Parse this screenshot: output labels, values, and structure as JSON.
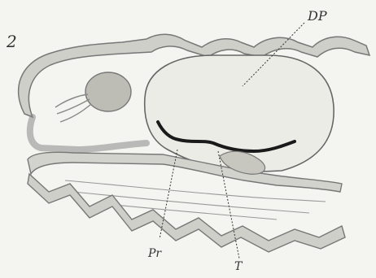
{
  "figure": {
    "number": "2"
  },
  "labels": {
    "dp": "DP",
    "pr": "Pr",
    "t": "T"
  }
}
